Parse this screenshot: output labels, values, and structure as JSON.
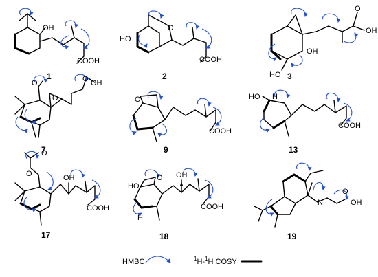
{
  "compounds": [
    {
      "id": "1",
      "labels": [
        "OH",
        "COOH"
      ]
    },
    {
      "id": "2",
      "labels": [
        "HO",
        "O",
        "COOH"
      ]
    },
    {
      "id": "3",
      "labels": [
        "O",
        "OH",
        "OH",
        "HO"
      ]
    },
    {
      "id": "7",
      "labels": [
        "O",
        "O",
        "OH",
        "O"
      ]
    },
    {
      "id": "9",
      "labels": [
        "O",
        "COOH"
      ]
    },
    {
      "id": "13",
      "labels": [
        "HO",
        "H",
        "COOH"
      ]
    },
    {
      "id": "17",
      "labels": [
        "O",
        "O",
        "OH",
        "COOH"
      ]
    },
    {
      "id": "18",
      "labels": [
        "HO",
        "O",
        "OH",
        "H",
        "COOH"
      ]
    },
    {
      "id": "19",
      "labels": [
        "N",
        "O",
        "OH"
      ]
    }
  ],
  "legend": {
    "hmbc_label": "HMBC",
    "cosy_superscript_1": "1",
    "cosy_H1": "H-",
    "cosy_superscript_2": "1",
    "cosy_H2": "H COSY"
  },
  "colors": {
    "hmbc_arrow": "#1f4fd6",
    "bond": "#000000"
  }
}
